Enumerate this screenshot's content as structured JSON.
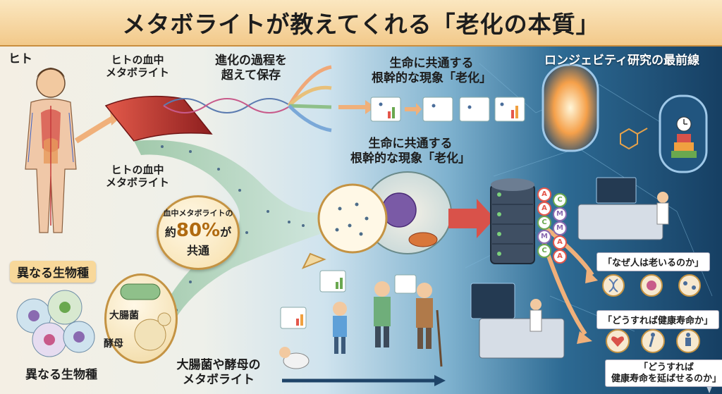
{
  "title": "メタボライトが教えてくれる「老化の本質」",
  "labels": {
    "human": "ヒト",
    "human_blood_1": [
      "ヒトの血中",
      "メタボライト"
    ],
    "human_blood_2": [
      "ヒトの血中",
      "メタボライト"
    ],
    "evolution": [
      "進化の過程を",
      "超えて保存"
    ],
    "common_top": [
      "生命に共通する",
      "根幹的な現象「老化」"
    ],
    "common_mid": [
      "生命に共通する",
      "根幹的な現象「老化」"
    ],
    "longevity": "ロンジェビティ研究の最前線",
    "share_1": "血中メタボライトの",
    "share_pre": "約",
    "share_value": "80%",
    "share_post": "が",
    "share_2": "共通",
    "different_tag": "異なる生物種",
    "different_bottom": "異なる生物種",
    "ecoli": "大腸菌",
    "yeast": "酵母",
    "microbe_metab": [
      "大腸菌や酵母の",
      "メタボライト"
    ],
    "q1": "「なぜ人は老いるのか」",
    "q2": "「どうすれば健康寿命か」",
    "q3": [
      "「どうすれば",
      "健康寿命を延ばせるのか」"
    ]
  },
  "db_letters": [
    "A",
    "C",
    "A",
    "M",
    "C",
    "M",
    "M",
    "A",
    "C",
    "A"
  ],
  "colors": {
    "title_bg": "#f2c98a",
    "accent_gold": "#c49343",
    "vessel": "#b3342e",
    "stream": "#6fb77e",
    "arrow": "#f0b07a",
    "database": "#3f4f63"
  },
  "icons": [
    "human-figure",
    "dna-helix",
    "blood-vessel",
    "cell",
    "database",
    "time-portal",
    "clock-cake",
    "molecule",
    "lab-computer",
    "scientist",
    "baby",
    "child",
    "adult",
    "elder",
    "heart-icon",
    "runner-icon",
    "person-health-icon",
    "dna-icon",
    "cell-icon",
    "molecule-icon",
    "sparkle-icon",
    "ecoli-bacterium",
    "yeast-cell"
  ]
}
